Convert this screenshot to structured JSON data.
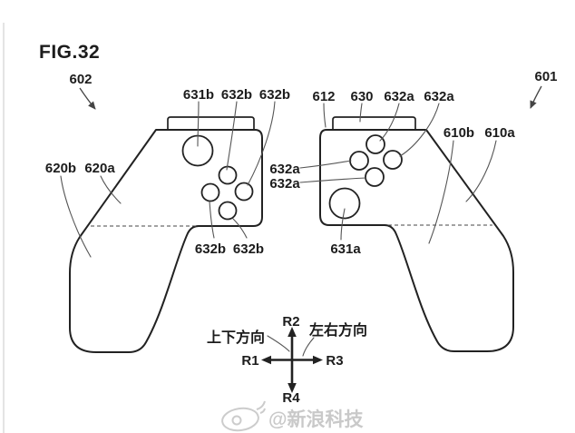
{
  "title": "FIG.32",
  "labels": {
    "ref_602": "602",
    "ref_601": "601",
    "l_631b": "631b",
    "l_632b_top1": "632b",
    "l_632b_top2": "632b",
    "l_620b": "620b",
    "l_620a": "620a",
    "l_632a_mid1": "632a",
    "l_632a_mid2": "632a",
    "l_632b_bot1": "632b",
    "l_632b_bot2": "632b",
    "l_612": "612",
    "l_630": "630",
    "l_632a_top1": "632a",
    "l_632a_top2": "632a",
    "l_610b": "610b",
    "l_610a": "610a",
    "l_631a": "631a"
  },
  "axis": {
    "up": "R2",
    "down": "R4",
    "left": "R1",
    "right": "R3",
    "vertical_direction": "上下方向",
    "horizontal_direction": "左右方向"
  },
  "watermark": {
    "text": "@新浪科技"
  }
}
